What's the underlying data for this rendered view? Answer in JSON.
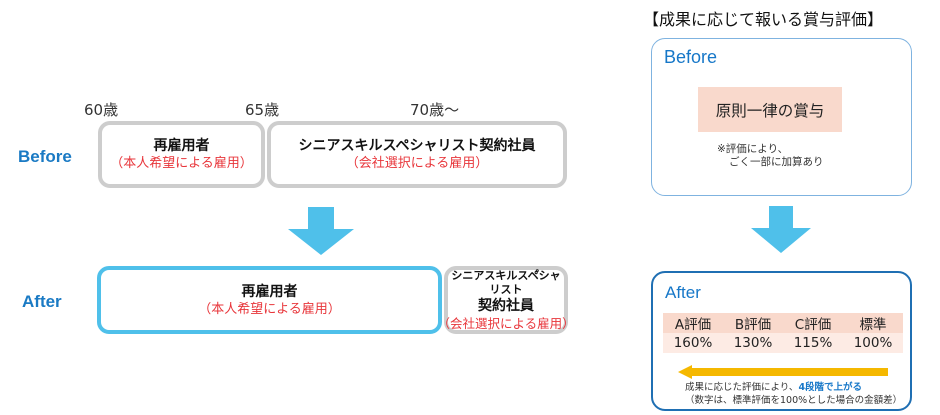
{
  "left": {
    "ages": [
      "60歳",
      "65歳",
      "70歳〜"
    ],
    "before": {
      "label": "Before",
      "boxes": [
        {
          "title": "再雇用者",
          "sub": "（本人希望による雇用）"
        },
        {
          "title": "シニアスキルスペシャリスト契約社員",
          "sub": "（会社選択による雇用）"
        }
      ]
    },
    "after": {
      "label": "After",
      "boxes": [
        {
          "title": "再雇用者",
          "sub": "（本人希望による雇用）"
        },
        {
          "title_line1": "シニアスキルスペ゚シャリスト",
          "title_line2": "契約社員",
          "sub": "（会社選択による雇用）"
        }
      ]
    }
  },
  "right": {
    "heading": "【成果に応じて報いる賞与評価】",
    "before": {
      "label": "Before",
      "main": "原則一律の賞与",
      "note_line1": "※評価により、",
      "note_line2": "ごく一部に加算あり"
    },
    "after": {
      "label": "After",
      "headers": [
        "A評価",
        "B評価",
        "C評価",
        "標準"
      ],
      "values": [
        "160%",
        "130%",
        "115%",
        "100%"
      ],
      "note_prefix": "成果に応じた評価により、",
      "note_emphasis": "4段階で上がる",
      "note_line2": "（数字は、標準評価を100%とした場合の金額差）"
    }
  },
  "colors": {
    "accent_blue": "#1a7ac4",
    "arrow_blue": "#4fc0ea",
    "red_text": "#e8363b",
    "box_gray": "#cdcdcd",
    "pink": "#f9d9cc",
    "orange_arrow": "#f5b800"
  }
}
